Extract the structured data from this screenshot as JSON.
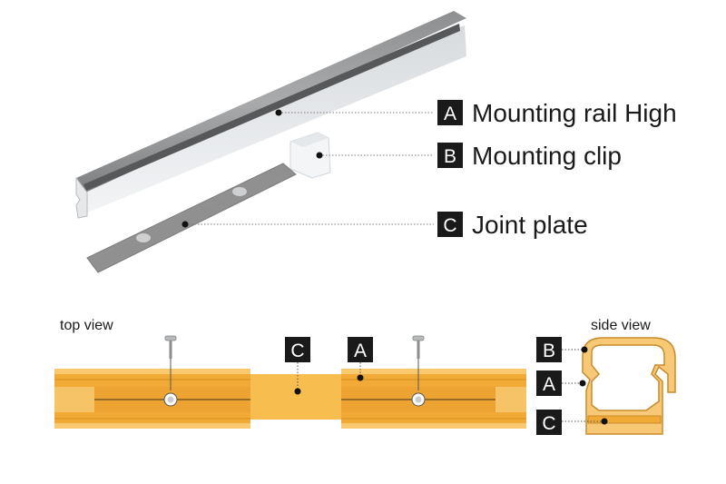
{
  "callouts": [
    {
      "letter": "A",
      "text": "Mounting rail High"
    },
    {
      "letter": "B",
      "text": "Mounting clip"
    },
    {
      "letter": "C",
      "text": "Joint plate"
    }
  ],
  "views": {
    "top_view": "top view",
    "side_view": "side view"
  },
  "diagram_badges": {
    "top_c": "C",
    "top_a": "A",
    "side_b": "B",
    "side_a": "A",
    "side_c": "C"
  },
  "colors": {
    "badge_bg": "#1a1a1a",
    "badge_fg": "#ffffff",
    "rail_orange": "#f2ab33",
    "rail_light": "#f7c568",
    "rail_dark": "#dc9420",
    "leader": "#7d7d7d",
    "dot": "#111111",
    "aluminum": "#9a9c9e"
  },
  "icons": {
    "screw": "screw-icon",
    "connector_dot": "dot-icon"
  }
}
